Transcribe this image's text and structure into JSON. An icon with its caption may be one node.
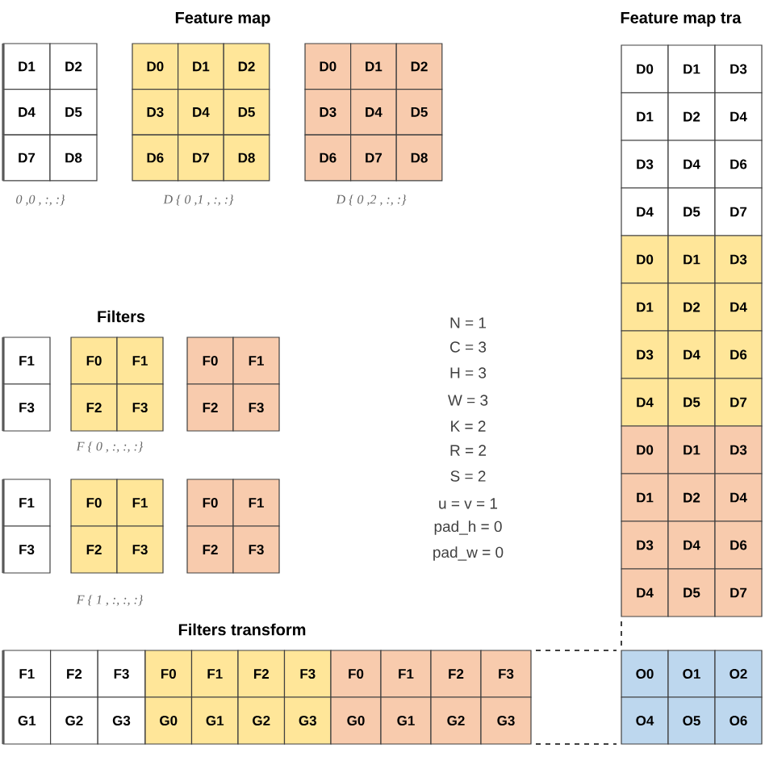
{
  "diagram": {
    "labels": [
      "Feature map",
      "D1",
      "D2",
      "D4",
      "D5",
      "D7",
      "D8",
      "D0",
      "D1",
      "D2",
      "D3",
      "D4",
      "D5",
      "D6",
      "D7",
      "D8",
      "D0",
      "D1",
      "D2",
      "D3",
      "D4",
      "D5",
      "D6",
      "D7",
      "D8",
      "0 ,0 , :, :}",
      "D { 0 ,1 , :, :}",
      "D { 0 ,2 , :, :}",
      "Feature map tra",
      "D0",
      "D1",
      "D3",
      "D1",
      "D2",
      "D4",
      "D3",
      "D4",
      "D6",
      "D4",
      "D5",
      "D7",
      "D0",
      "D1",
      "D3",
      "D1",
      "D2",
      "D4",
      "D3",
      "D4",
      "D6",
      "D4",
      "D5",
      "D7",
      "D0",
      "D1",
      "D3",
      "D1",
      "D2",
      "D4",
      "D3",
      "D4",
      "D6",
      "D4",
      "D5",
      "D7",
      "Filters",
      "F1",
      "F3",
      "F0",
      "F1",
      "F2",
      "F3",
      "F0",
      "F1",
      "F2",
      "F3",
      "F { 0 , :, :, :}",
      "F1",
      "F3",
      "F0",
      "F1",
      "F2",
      "F3",
      "F0",
      "F1",
      "F2",
      "F3",
      "F { 1 , :, :, :}",
      "N = 1",
      "C = 3",
      "H = 3",
      "W = 3",
      "K = 2",
      "R = 2",
      "S = 2",
      "u = v = 1",
      "pad_h = 0",
      "pad_w = 0",
      "Filters transform",
      "F1",
      "F2",
      "F3",
      "F0",
      "F1",
      "F2",
      "F3",
      "F0",
      "F1",
      "F2",
      "F3",
      "G1",
      "G2",
      "G3",
      "G0",
      "G1",
      "G2",
      "G3",
      "G0",
      "G1",
      "G2",
      "G3",
      "O0",
      "O1",
      "O2",
      "O4",
      "O5",
      "O6"
    ]
  }
}
